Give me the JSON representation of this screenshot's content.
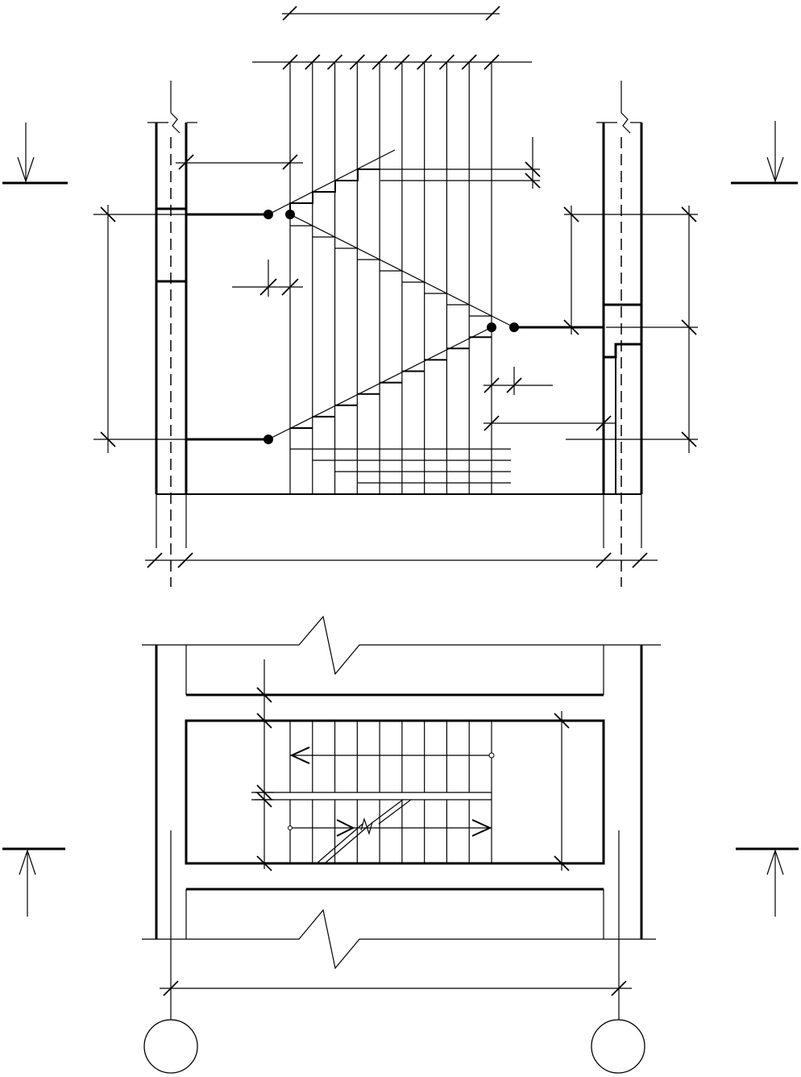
{
  "drawing": {
    "sections": [
      "stair-section-elevation",
      "stair-plan"
    ],
    "elevation": {
      "riser_count_upper_flight": 9,
      "riser_count_lower_flight": 9,
      "landing_levels": [
        "ground",
        "mid-landing",
        "upper-floor"
      ]
    },
    "plan": {
      "tread_count_per_flight": 9,
      "flight_arrows": [
        "up-flight-arrow",
        "down-flight-arrow"
      ]
    },
    "section_cut_markers": [
      "left-top",
      "right-top",
      "left-bottom",
      "right-bottom"
    ],
    "axis_bubbles": [
      "",
      ""
    ]
  }
}
